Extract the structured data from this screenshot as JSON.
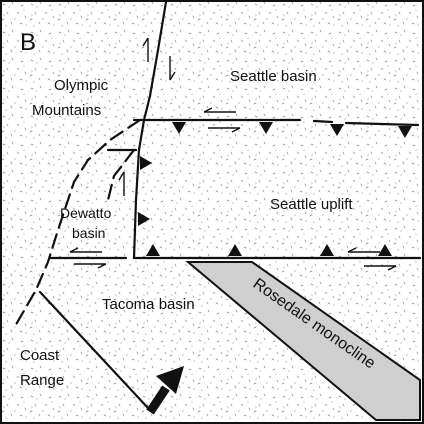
{
  "panel": {
    "letter": "B"
  },
  "regions": {
    "olympic_mountains": [
      "Olympic",
      "Mountains"
    ],
    "seattle_basin": "Seattle basin",
    "seattle_uplift": "Seattle uplift",
    "dewatto_basin": [
      "Dewatto",
      "basin"
    ],
    "tacoma_basin": "Tacoma basin",
    "coast_range": [
      "Coast",
      "Range"
    ],
    "rosedale_monocline": "Rosedale monocline"
  },
  "colors": {
    "line": "#111111",
    "monocline_fill": "#cfcfcf",
    "speckle": "#8a8a8a",
    "frame": "#111111"
  },
  "icons": [
    "north-arrow-icon",
    "thrust-triangle-icon",
    "half-arrow-icon"
  ]
}
